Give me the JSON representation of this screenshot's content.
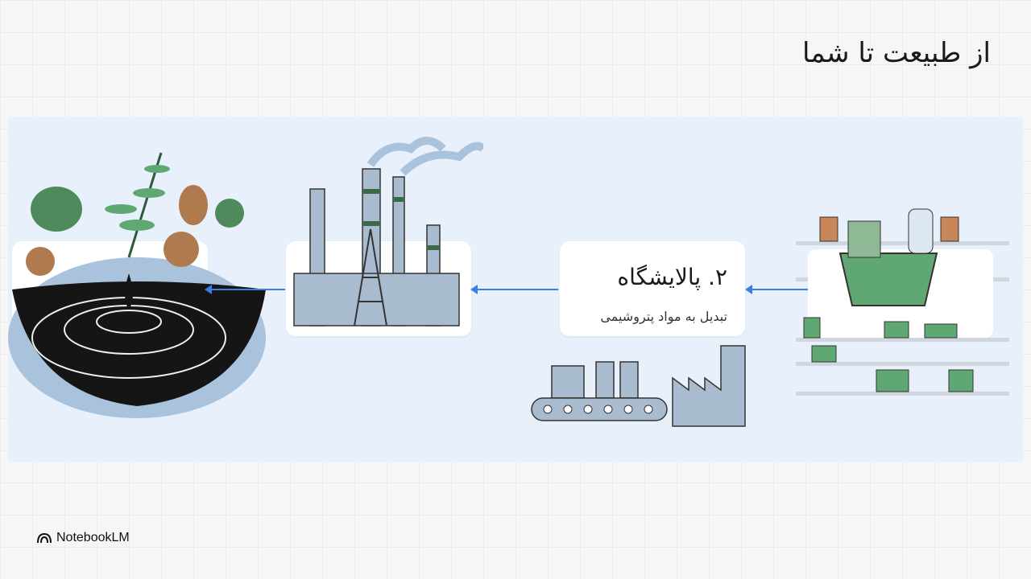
{
  "slide": {
    "title": "از طبیعت تا شما"
  },
  "step": {
    "title": "۲. پالایشگاه",
    "subtitle": "تبدیل به مواد پتروشیمی"
  },
  "brand": {
    "name": "NotebookLM"
  },
  "colors": {
    "accent": "#3b7de0",
    "band": "#e8f0fb",
    "green": "#5fa873"
  }
}
